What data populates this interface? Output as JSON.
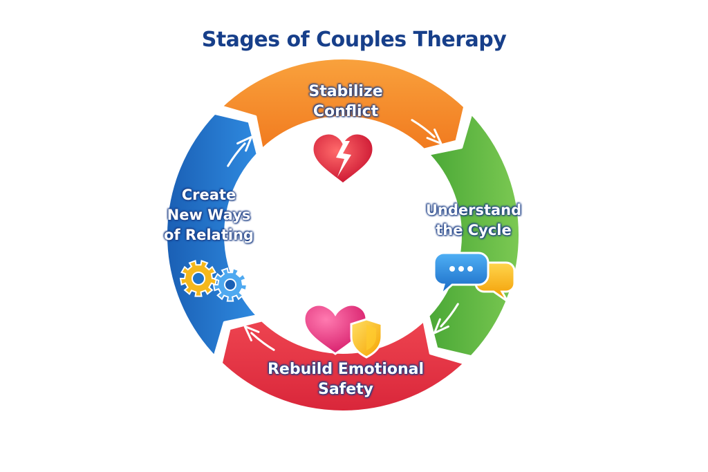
{
  "title": "Stages of Couples Therapy",
  "stages": [
    {
      "lines": [
        "Stabilize",
        "Conflict"
      ],
      "color": "#f5832a",
      "icon": "broken-heart-icon"
    },
    {
      "lines": [
        "Understand",
        "the Cycle"
      ],
      "color": "#5db83e",
      "icon": "speech-bubbles-icon"
    },
    {
      "lines": [
        "Rebuild Emotional",
        "Safety"
      ],
      "color": "#e3323f",
      "icon": "heart-shield-icon"
    },
    {
      "lines": [
        "Create",
        "New Ways",
        "of Relating"
      ],
      "color": "#1f74c9",
      "icon": "gears-icon"
    }
  ]
}
